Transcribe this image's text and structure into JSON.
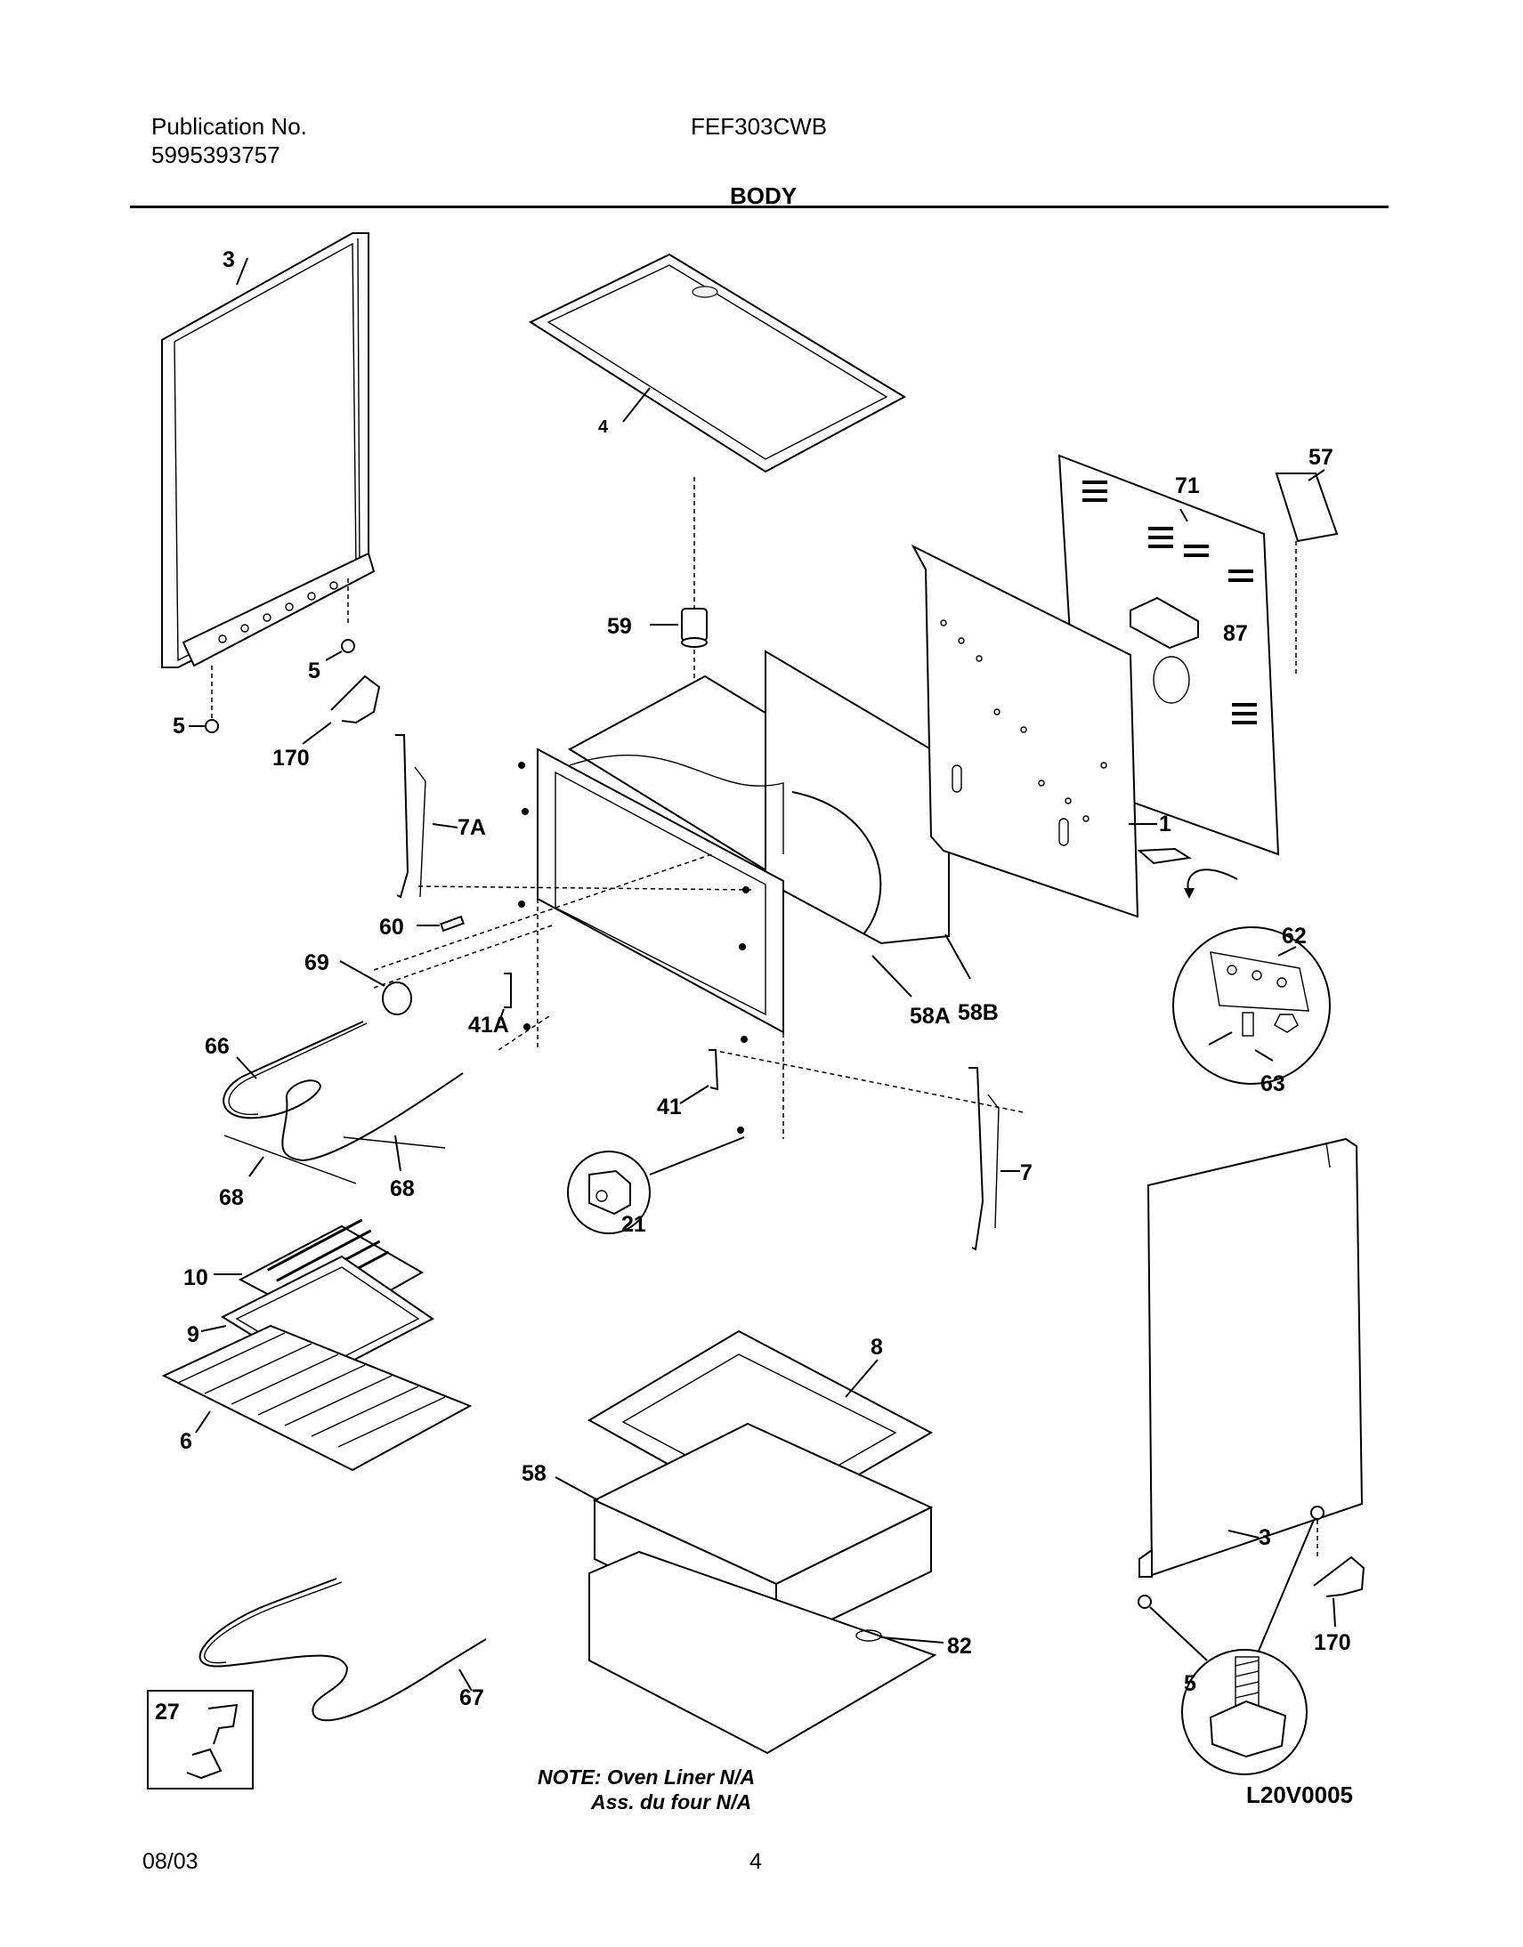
{
  "header": {
    "publication_label": "Publication No.",
    "publication_number": "5995393757",
    "model": "FEF303CWB",
    "section_title": "BODY"
  },
  "callouts": {
    "c3_top": "3",
    "c4": "4",
    "c57": "57",
    "c71": "71",
    "c87": "87",
    "c59": "59",
    "c5_a": "5",
    "c5_b": "5",
    "c170_left": "170",
    "c7A": "7A",
    "c1": "1",
    "c60": "60",
    "c69": "69",
    "c41A": "41A",
    "c58A": "58A",
    "c58B": "58B",
    "c62": "62",
    "c63": "63",
    "c66": "66",
    "c41": "41",
    "c7": "7",
    "c21": "21",
    "c68_left": "68",
    "c68_right": "68",
    "c10": "10",
    "c9": "9",
    "c6": "6",
    "c8": "8",
    "c58": "58",
    "c3_bottom": "3",
    "c170_right": "170",
    "c82": "82",
    "c67": "67",
    "c5_detail": "5",
    "c27": "27"
  },
  "note": {
    "line1": "NOTE: Oven Liner N/A",
    "line2": "Ass. du four N/A"
  },
  "diagram_code": "L20V0005",
  "footer": {
    "date": "08/03",
    "page": "4"
  }
}
